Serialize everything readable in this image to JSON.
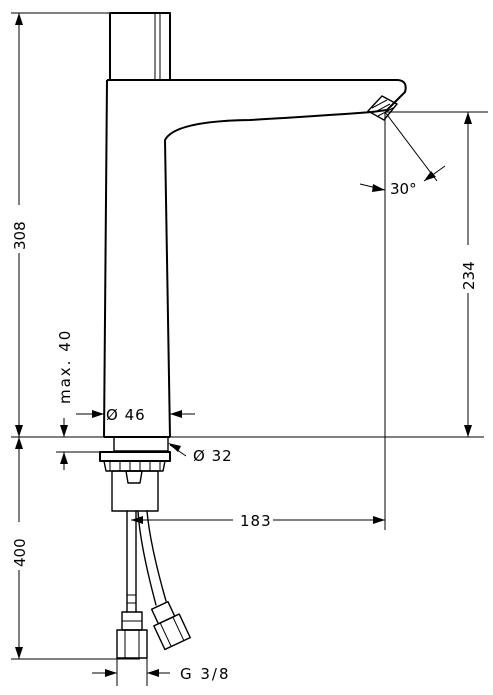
{
  "dimensions": {
    "total_height": "308",
    "spout_height": "234",
    "max_deck": "max. 40",
    "body_diameter": "Ø 46",
    "shank_diameter": "Ø 32",
    "hose_length": "400",
    "reach": "183",
    "spray_angle": "30°",
    "connection": "G 3/8"
  },
  "colors": {
    "line": "#000000",
    "background": "#ffffff"
  }
}
